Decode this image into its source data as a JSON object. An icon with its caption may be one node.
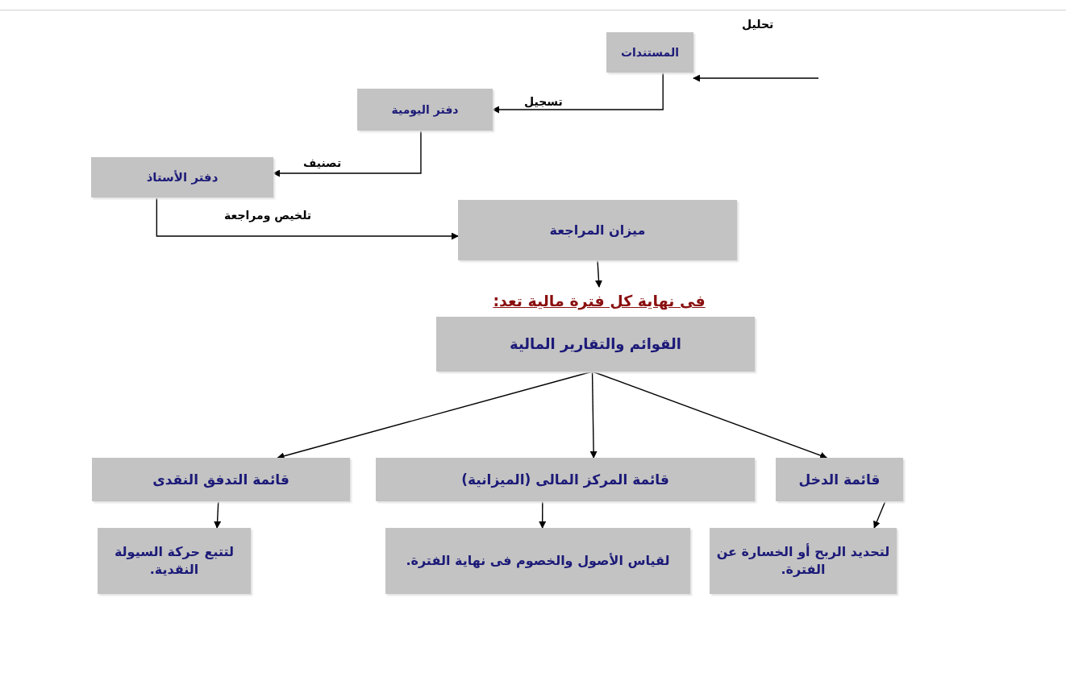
{
  "diagram": {
    "nodes": [
      {
        "text": [
          "المستندات"
        ]
      },
      {
        "text": [
          "دفتر اليومية"
        ]
      },
      {
        "text": [
          "دفتر الأستاذ"
        ]
      },
      {
        "text": [
          "ميزان المراجعة"
        ]
      },
      {
        "text": [
          "فى نهاية كل فترة مالية تعد:"
        ]
      },
      {
        "text": [
          "القوائم والتقارير المالية"
        ]
      },
      {
        "text": [
          "قائمة الدخل"
        ]
      },
      {
        "text": [
          "قائمة المركز المالى (الميزانية)"
        ]
      },
      {
        "text": [
          "قائمة التدفق النقدى"
        ]
      },
      {
        "text": [
          "لتحديد الربح أو الخسارة عن الفترة."
        ]
      },
      {
        "text": [
          "لقياس الأصول والخصوم فى نهاية الفترة."
        ]
      },
      {
        "text": [
          "لتتبع حركة السيولة النقدية."
        ]
      }
    ],
    "edges": [
      {
        "from": null,
        "to": 0,
        "arrow": "to",
        "label": "تحليل"
      },
      {
        "from": 0,
        "to": 1,
        "arrow": "to",
        "label": "تسجيل"
      },
      {
        "from": 1,
        "to": 2,
        "arrow": "to",
        "label": "تصنيف"
      },
      {
        "from": 2,
        "to": 3,
        "arrow": "to",
        "label": "تلخيص ومراجعة"
      },
      {
        "from": 3,
        "to": 4,
        "arrow": "to"
      },
      {
        "from": 5,
        "to": 6,
        "arrow": "to"
      },
      {
        "from": 5,
        "to": 7,
        "arrow": "to"
      },
      {
        "from": 5,
        "to": 8,
        "arrow": "to"
      },
      {
        "from": 6,
        "to": 9,
        "arrow": "to"
      },
      {
        "from": 7,
        "to": 10,
        "arrow": "to"
      },
      {
        "from": 8,
        "to": 11,
        "arrow": "to"
      }
    ]
  }
}
